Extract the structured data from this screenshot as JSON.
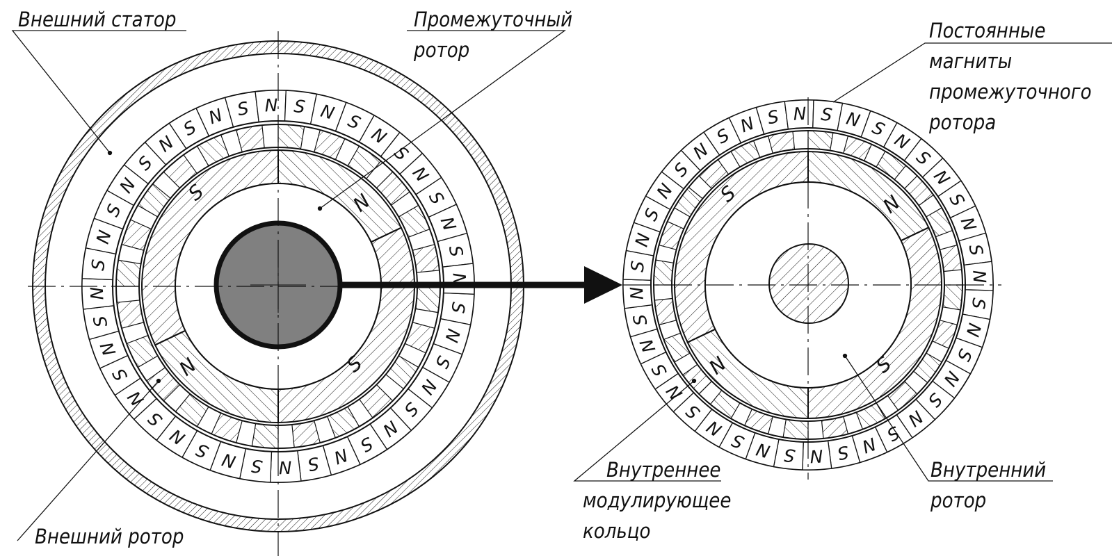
{
  "labels": {
    "outer_stator": "Внешний статор",
    "intermediate_rotor_1": "Промежуточный",
    "intermediate_rotor_2": "ротор",
    "permanent_magnets_1": "Постоянные",
    "permanent_magnets_2": "магниты",
    "permanent_magnets_3": "промежуточного",
    "permanent_magnets_4": "ротора",
    "inner_modulating_ring_1": "Внутреннее",
    "inner_modulating_ring_2": "модулирующее",
    "inner_modulating_ring_3": "кольцо",
    "inner_rotor_1": "Внутренний",
    "inner_rotor_2": "ротор",
    "outer_rotor": "Внешний ротор"
  },
  "pole_letters": {
    "north": "N",
    "south": "S"
  },
  "colors": {
    "ink": "#111111",
    "shaft_fill": "#808080",
    "background": "#ffffff"
  },
  "icons": {
    "transition_arrow": "right-arrow-icon"
  },
  "magnet_counts": {
    "left_assembly_magnets": 40,
    "right_assembly_magnets": 40,
    "modulating_segments": 24
  }
}
